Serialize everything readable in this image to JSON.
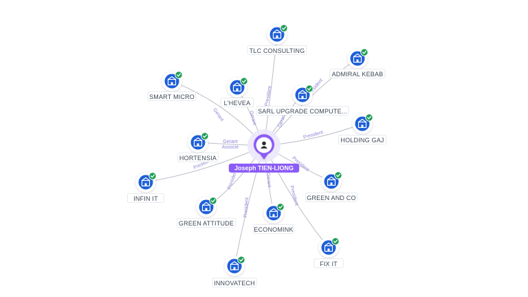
{
  "center": {
    "name": "Joseph TIEN-LIONG",
    "icon": "person-icon",
    "color": "#8b5cf6"
  },
  "colors": {
    "company_icon": "#1e5fd8",
    "check_badge": "#1f9d55",
    "relation_text": "#8c84d8",
    "edge": "#b9bdc6"
  },
  "companies": [
    {
      "name": "TLC CONSULTING",
      "relations": [
        "President"
      ]
    },
    {
      "name": "ADMIRAL KEBAB",
      "relations": [
        "President"
      ]
    },
    {
      "name": "SMART MICRO",
      "relations": [
        "Gerant"
      ]
    },
    {
      "name": "L'HEVEA",
      "relations": [
        "Gerant"
      ]
    },
    {
      "name": "SARL UPGRADE COMPUTE...",
      "relations": [
        "Gerant"
      ]
    },
    {
      "name": "HOLDING GAJ",
      "relations": [
        "President"
      ]
    },
    {
      "name": "HORTENSIA",
      "relations": [
        "Gerant",
        "Associe"
      ]
    },
    {
      "name": "INFIN IT",
      "relations": [
        "President"
      ]
    },
    {
      "name": "GREEN AND CO",
      "relations": [
        "President"
      ]
    },
    {
      "name": "GREEN ATTITUDE",
      "relations": [
        "President"
      ]
    },
    {
      "name": "ECONOMINK",
      "relations": [
        "Gerant"
      ]
    },
    {
      "name": "FIX IT",
      "relations": [
        "President"
      ]
    },
    {
      "name": "INNOVATECH",
      "relations": [
        "President"
      ]
    }
  ]
}
